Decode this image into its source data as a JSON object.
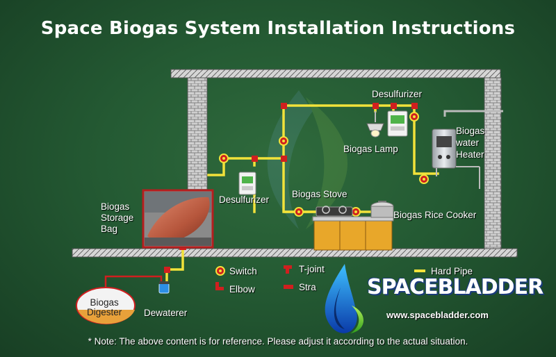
{
  "title": "Space Biogas System Installation Instructions",
  "labels": {
    "storage_bag": "Biogas\nStorage\nBag",
    "desulfurizer_left": "Desulfurizer",
    "desulfurizer_top": "Desulfurizer",
    "biogas_lamp": "Biogas Lamp",
    "water_heater": "Biogas\nwater\nHeater",
    "biogas_stove": "Biogas Stove",
    "rice_cooker": "Biogas Rice Cooker",
    "digester": "Biogas\nDigester",
    "dewaterer": "Dewaterer"
  },
  "legend": {
    "switch": "Switch",
    "elbow": "Elbow",
    "t_joint": "T-joint",
    "straight": "Stra",
    "hard_pipe": "Hard Pipe"
  },
  "brand": {
    "name": "SPACEBLADDER",
    "url": "www.spacebladder.com"
  },
  "note": "* Note: The above content is for reference. Please adjust it according to the actual situation.",
  "colors": {
    "pipe": "#f2e23a",
    "fitting": "#d01f1f",
    "wall": "#c9c9c9",
    "digester": "#e8a13a",
    "cabinet": "#e8a72a"
  }
}
